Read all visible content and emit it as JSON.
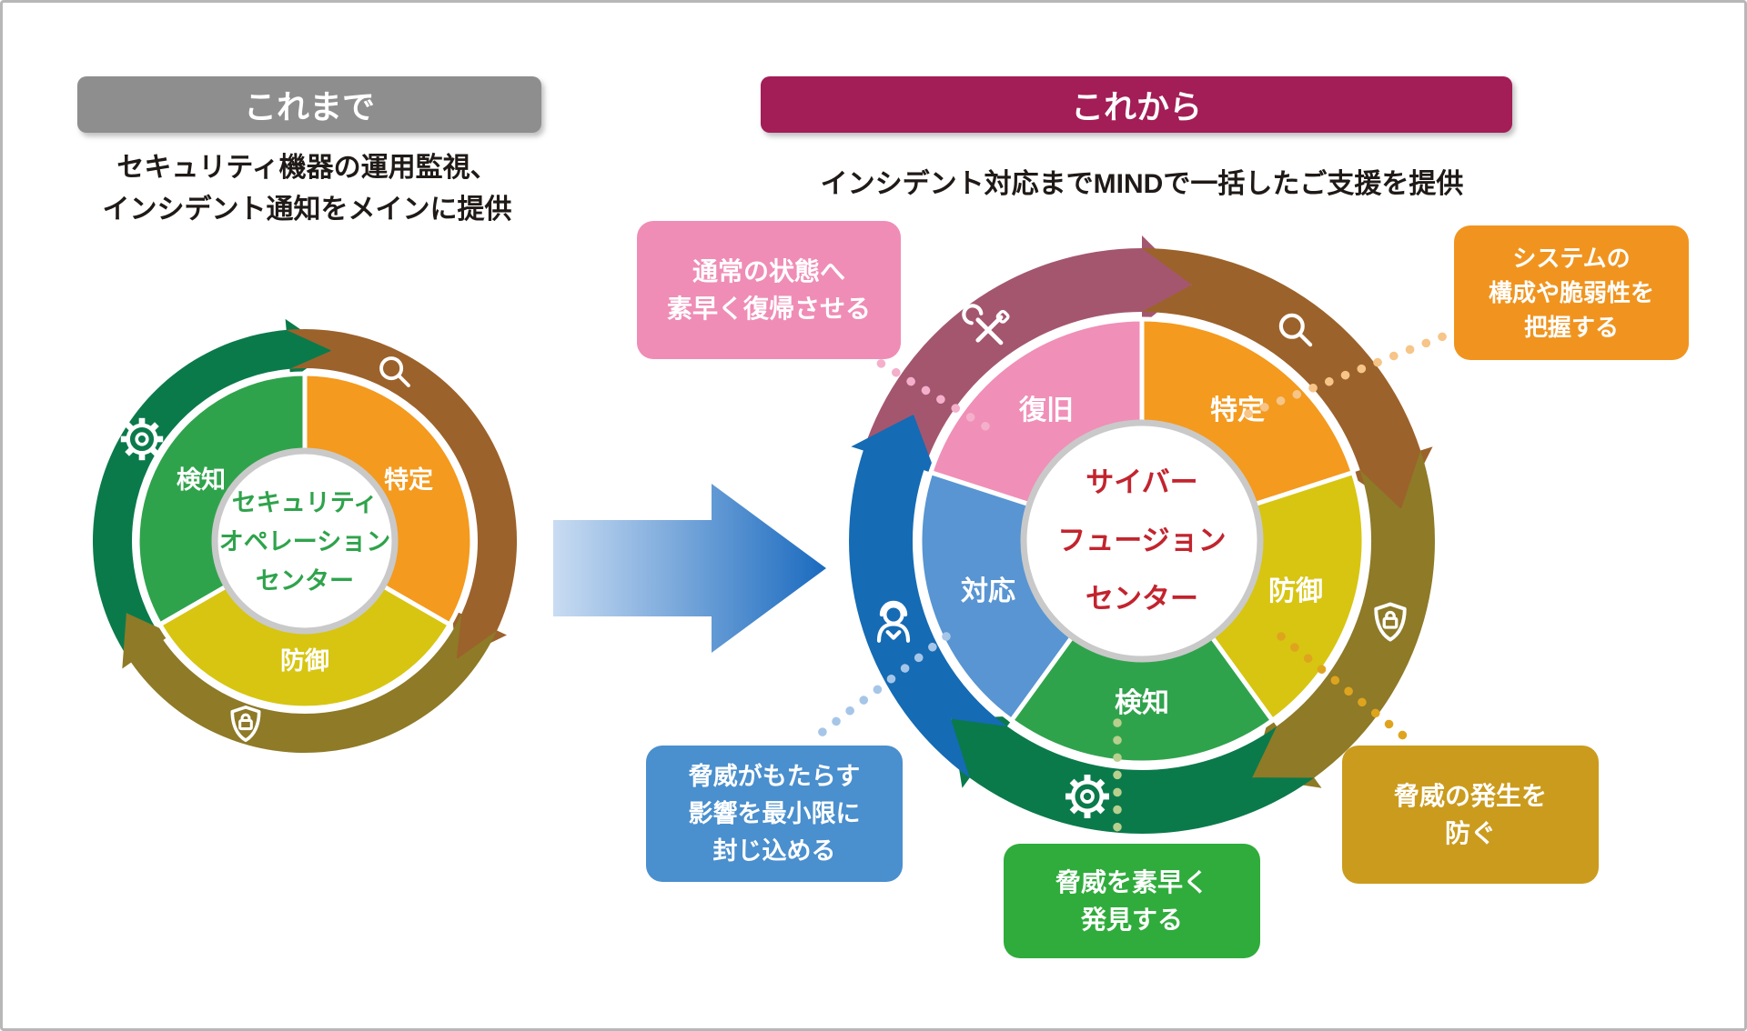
{
  "page": {
    "border_color": "#b7b7b7",
    "background": "#ffffff"
  },
  "before": {
    "header": {
      "label": "これまで",
      "bg": "#8e8e8e"
    },
    "description": {
      "line1": "セキュリティ機器の運用監視、",
      "line2": "インシデント通知をメインに提供"
    },
    "center": {
      "line1": "セキュリティ",
      "line2": "オペレーション",
      "line3": "センター",
      "text_color": "#2fa34c"
    },
    "segments": [
      {
        "label": "検知",
        "fill": "#2fa34c",
        "ring_fill": "#0a7a4b",
        "icon": "gear-icon"
      },
      {
        "label": "特定",
        "fill": "#f49a1e",
        "ring_fill": "#9c622b",
        "icon": "magnifier-icon"
      },
      {
        "label": "防御",
        "fill": "#d7c511",
        "ring_fill": "#8e7a27",
        "icon": "shield-lock-icon"
      }
    ]
  },
  "transform_arrow": {
    "color_from": "#c9dcf2",
    "color_to": "#1a6abf"
  },
  "after": {
    "header": {
      "label": "これから",
      "bg": "#a31d56"
    },
    "description": "インシデント対応までMINDで一括したご支援を提供",
    "center": {
      "line1": "サイバー",
      "line2": "フュージョン",
      "line3": "センター",
      "text_color": "#c2242e"
    },
    "segments": [
      {
        "label": "復旧",
        "fill": "#f08fb8",
        "ring_fill": "#a4566f",
        "icon": "tools-icon"
      },
      {
        "label": "特定",
        "fill": "#f49a1e",
        "ring_fill": "#9c622b",
        "icon": "magnifier-icon"
      },
      {
        "label": "防御",
        "fill": "#d7c511",
        "ring_fill": "#8e7a27",
        "icon": "shield-lock-icon"
      },
      {
        "label": "検知",
        "fill": "#2fa34c",
        "ring_fill": "#0a7a4b",
        "icon": "gear-icon"
      },
      {
        "label": "対応",
        "fill": "#5895d2",
        "ring_fill": "#156bb4",
        "icon": "operator-icon"
      }
    ],
    "callouts": [
      {
        "name": "recovery",
        "line1": "通常の状態へ",
        "line2": "素早く復帰させる",
        "line3": "",
        "bg": "#ef8db6",
        "dot_color": "#f4afcb"
      },
      {
        "name": "identify",
        "line1": "システムの",
        "line2": "構成や脆弱性を",
        "line3": "把握する",
        "bg": "#f0941f",
        "dot_color": "#f6c587"
      },
      {
        "name": "respond",
        "line1": "脅威がもたらす",
        "line2": "影響を最小限に",
        "line3": "封じ込める",
        "bg": "#4a8fce",
        "dot_color": "#a6c6e8"
      },
      {
        "name": "detect",
        "line1": "脅威を素早く",
        "line2": "発見する",
        "line3": "",
        "bg": "#2fac3c",
        "dot_color": "#b8cf8e"
      },
      {
        "name": "prevent",
        "line1": "脅威の発生を",
        "line2": "防ぐ",
        "line3": "",
        "bg": "#cb9b1d",
        "dot_color": "#dfa41e"
      }
    ]
  }
}
